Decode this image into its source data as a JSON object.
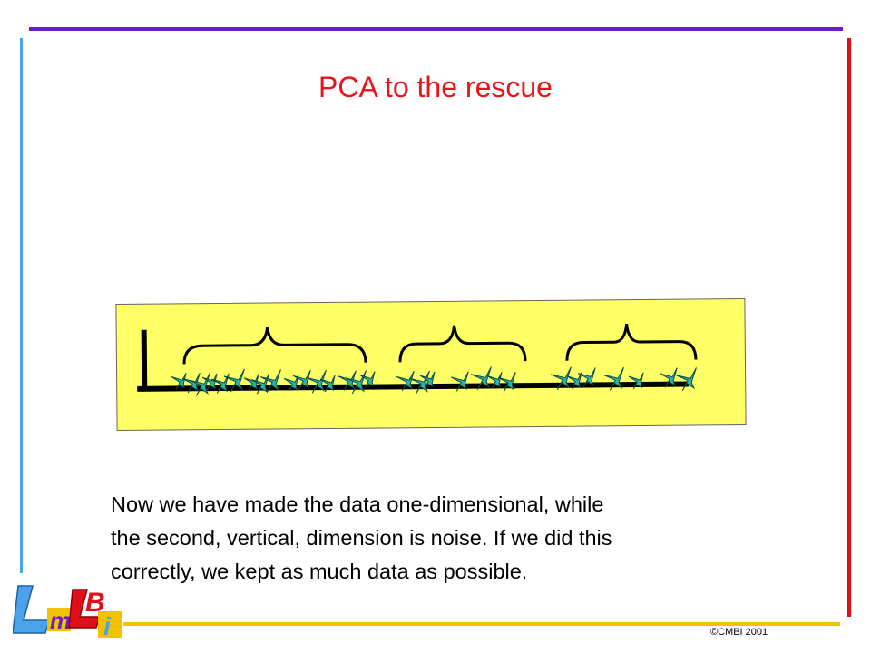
{
  "slide": {
    "title": "PCA to the rescue",
    "body_lines": [
      "Now we have made the data one-dimensional, while",
      "the second, vertical, dimension is noise. If we did this",
      "correctly, we kept as much data as possible."
    ],
    "copyright": "©CMBI 2001"
  },
  "logo": {
    "letters": [
      "L",
      "m",
      "B",
      "i"
    ]
  },
  "colors": {
    "title": "#e8141c",
    "figure_background": "#ffff66",
    "marker": "#2ab5a8",
    "border_top": "#6a1fbf",
    "border_left": "#4aa3e8",
    "border_right": "#e0101a",
    "border_bottom": "#f2c200"
  },
  "figure": {
    "description_icon": "star-marker-icon",
    "cluster_count": 3,
    "point_count": 27
  }
}
